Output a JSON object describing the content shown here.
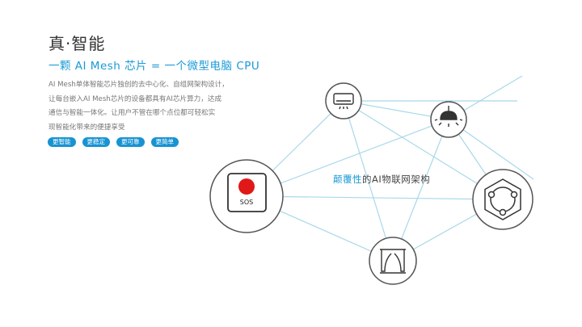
{
  "title": "真·智能",
  "subtitle": "一颗 AI Mesh 芯片 = 一个微型电脑 CPU",
  "description": {
    "line1": "AI Mesh单体智能芯片独创的去中心化、自组网架构设计，",
    "line2": "让每台嵌入AI Mesh芯片的设备都具有AI芯片算力，达成",
    "line3": "通信与智能一体化。让用户不管在哪个点位都可轻松实",
    "line4": "现智能化带来的便捷享受"
  },
  "tags": [
    "更智能",
    "更稳定",
    "更可靠",
    "更简单"
  ],
  "center_label": {
    "highlight": "颠覆性",
    "rest": "的AI物联网架构"
  },
  "sos_label": "SOS",
  "colors": {
    "accent": "#1a9ad6",
    "tag_bg": "#1893d2",
    "line": "#a8d8ea",
    "sos_red": "#e01818"
  },
  "nodes": {
    "sos": "sos-panel-icon",
    "ac": "air-conditioner-icon",
    "lamp": "pendant-lamp-icon",
    "hub": "hexagon-hub-icon",
    "curtain": "curtain-icon"
  }
}
